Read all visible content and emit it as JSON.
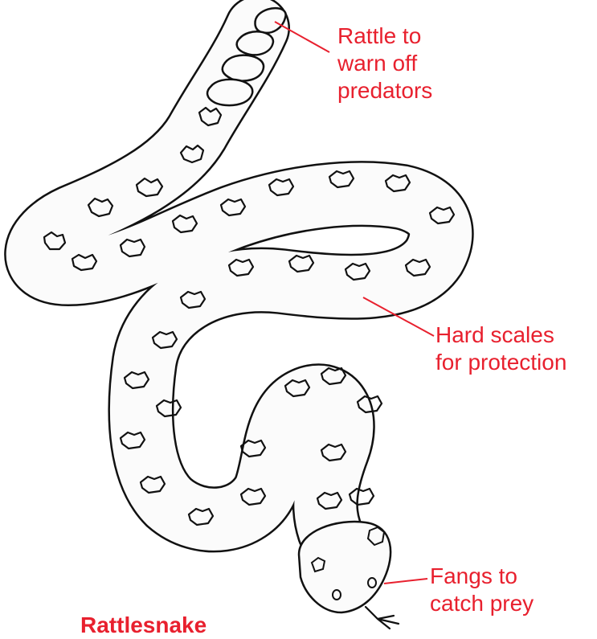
{
  "title": "Rattlesnake",
  "labels": {
    "rattle": [
      "Rattle to",
      "warn off",
      "predators"
    ],
    "scales": [
      "Hard scales",
      "for protection"
    ],
    "fangs": [
      "Fangs to",
      "catch prey"
    ]
  },
  "colors": {
    "label": "#e8202e",
    "outline": "#111111",
    "body_fill": "#fbfbfb"
  }
}
